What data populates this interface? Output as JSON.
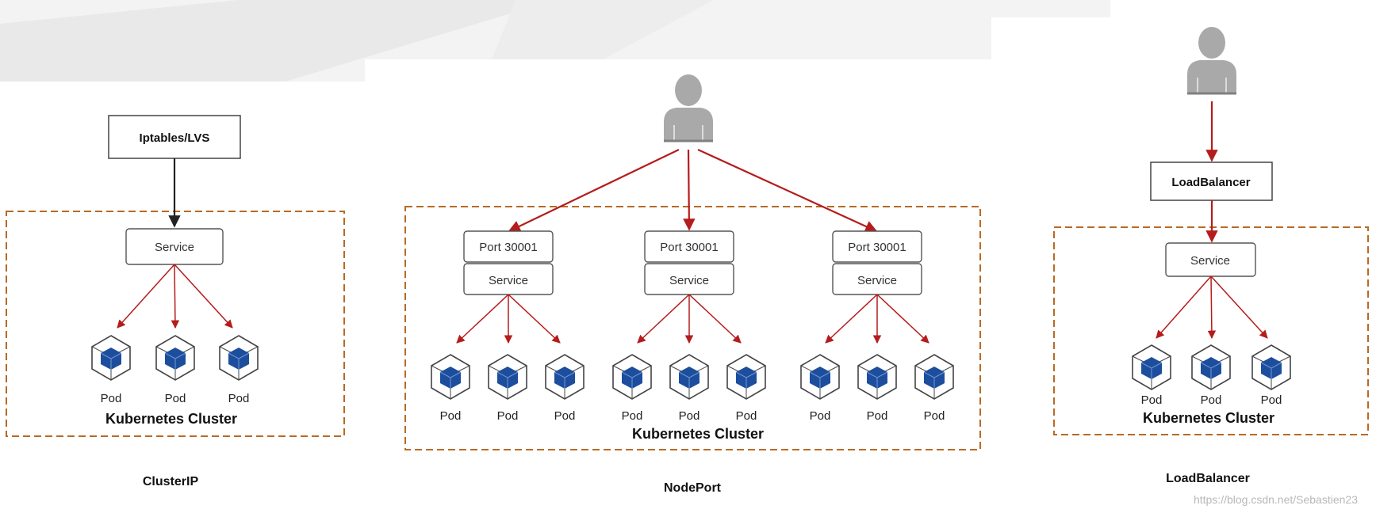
{
  "colors": {
    "arrow": "#b51c1c",
    "dashed_border": "#b86a25",
    "cube": "#1d4e9e",
    "box_border": "#555555",
    "user_icon": "#a9a9a9"
  },
  "icons": [
    "user-icon",
    "pod-cube-icon"
  ],
  "clusterip": {
    "proxy_label": "Iptables/LVS",
    "service_label": "Service",
    "pods": [
      "Pod",
      "Pod",
      "Pod"
    ],
    "cluster_label": "Kubernetes Cluster",
    "caption": "ClusterIP"
  },
  "nodeport": {
    "nodes": [
      {
        "port_label": "Port 30001",
        "service_label": "Service",
        "pods": [
          "Pod",
          "Pod",
          "Pod"
        ]
      },
      {
        "port_label": "Port 30001",
        "service_label": "Service",
        "pods": [
          "Pod",
          "Pod",
          "Pod"
        ]
      },
      {
        "port_label": "Port 30001",
        "service_label": "Service",
        "pods": [
          "Pod",
          "Pod",
          "Pod"
        ]
      }
    ],
    "cluster_label": "Kubernetes Cluster",
    "caption": "NodePort"
  },
  "loadbalancer": {
    "lb_label": "LoadBalancer",
    "service_label": "Service",
    "pods": [
      "Pod",
      "Pod",
      "Pod"
    ],
    "cluster_label": "Kubernetes Cluster",
    "caption": "LoadBalancer"
  },
  "watermark": "https://blog.csdn.net/Sebastien23"
}
